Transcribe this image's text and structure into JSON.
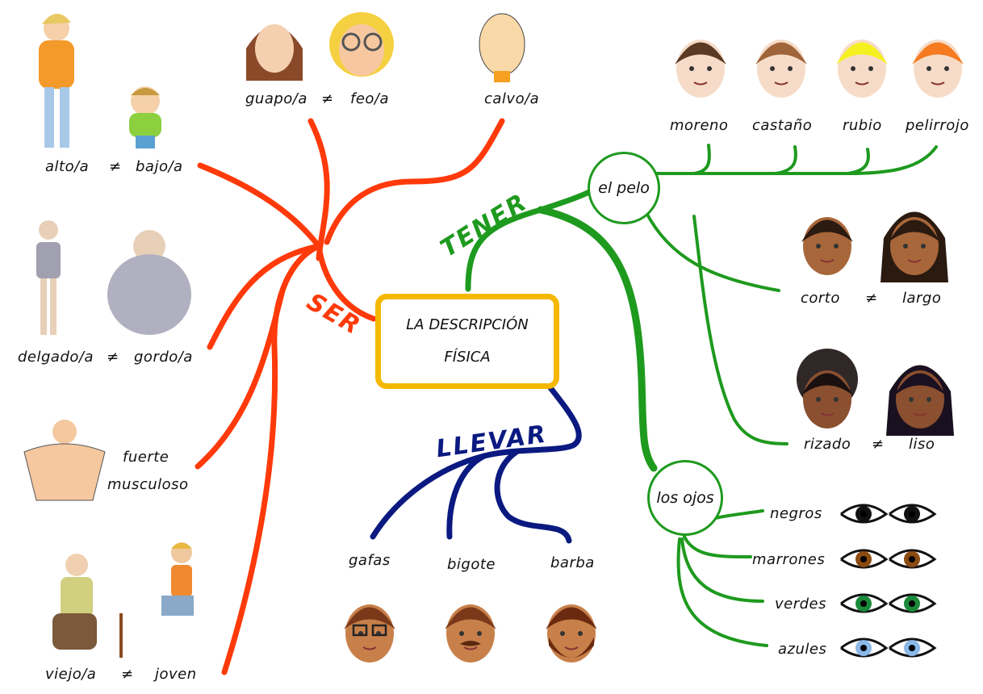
{
  "center": {
    "line1": "LA DESCRIPCIÓN",
    "line2": "FÍSICA"
  },
  "colors": {
    "ser": "#ff3a0a",
    "tener": "#1e9a1e",
    "llevar": "#0a1a80",
    "center_border": "#f5b800"
  },
  "ser": {
    "label": "SER",
    "items": {
      "alto": "alto/a",
      "bajo": "bajo/a",
      "guapo": "guapo/a",
      "feo": "feo/a",
      "calvo": "calvo/a",
      "delgado": "delgado/a",
      "gordo": "gordo/a",
      "fuerte": "fuerte",
      "musculoso": "musculoso",
      "viejo": "viejo/a",
      "joven": "joven"
    },
    "neq": "≠"
  },
  "tener": {
    "label": "TENER",
    "pelo": {
      "label": "el pelo",
      "colors": [
        "moreno",
        "castaño",
        "rubio",
        "pelirrojo"
      ],
      "corto": "corto",
      "largo": "largo",
      "rizado": "rizado",
      "liso": "liso"
    },
    "ojos": {
      "label": "los ojos",
      "colors": [
        "negros",
        "marrones",
        "verdes",
        "azules"
      ]
    }
  },
  "llevar": {
    "label": "LLEVAR",
    "items": [
      "gafas",
      "bigote",
      "barba"
    ]
  }
}
